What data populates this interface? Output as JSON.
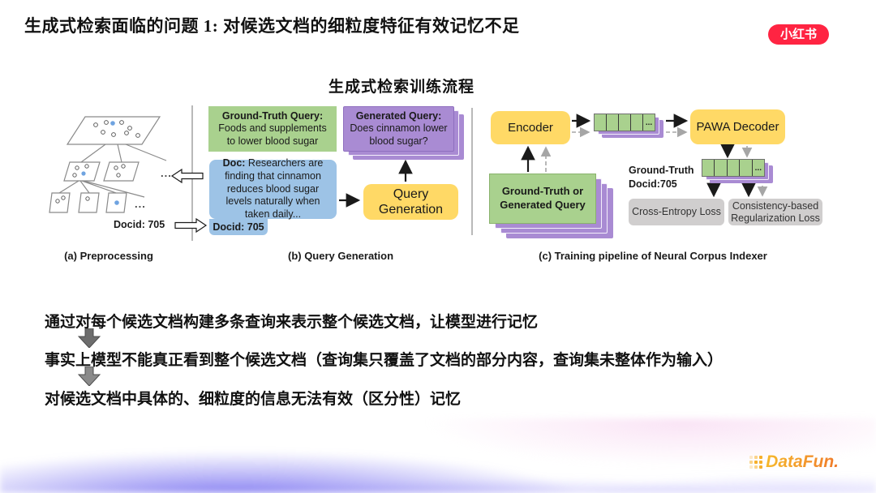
{
  "slide": {
    "title": "生成式检索面临的问题 1: 对候选文档的细粒度特征有效记忆不足",
    "brand_badge": "小红书",
    "figure_title": "生成式检索训练流程",
    "footer_logo": "DataFun."
  },
  "diagram": {
    "panel_a": {
      "caption": "(a) Preprocessing",
      "docid_label": "Docid: 705",
      "ellipsis_mid": "...",
      "ellipsis_bottom": "..."
    },
    "panel_b": {
      "caption": "(b) Query Generation",
      "ground_truth_query_label": "Ground-Truth Query:",
      "ground_truth_query_text": "Foods and supplements to lower blood sugar",
      "generated_query_label": "Generated Query:",
      "generated_query_text": "Does cinnamon lower blood sugar?",
      "doc_label": "Doc:",
      "doc_text": "Researchers are finding that cinnamon reduces blood sugar levels naturally when taken daily...",
      "doc_docid": "Docid: 705",
      "query_generation": "Query Generation"
    },
    "panel_c": {
      "caption": "(c) Training pipeline of Neural Corpus Indexer",
      "encoder": "Encoder",
      "pawa_decoder": "PAWA Decoder",
      "query_stack": "Ground-Truth or Generated Query",
      "token_ellipsis": "...",
      "ground_truth_docid": "Ground-Truth Docid:705",
      "cross_entropy_loss": "Cross-Entropy Loss",
      "consistency_loss": "Consistency-based Regularization Loss"
    }
  },
  "notes": {
    "line1": "通过对每个候选文档构建多条查询来表示整个候选文档，让模型进行记忆",
    "line2": "事实上模型不能真正看到整个候选文档（查询集只覆盖了文档的部分内容，查询集未整体作为输入）",
    "line3": "对候选文档中具体的、细粒度的信息无法有效（区分性）记忆"
  },
  "colors": {
    "green": "#a9d18e",
    "purple": "#a98bd3",
    "blue": "#9dc3e6",
    "yellow": "#ffd966",
    "gray_box": "#d0cece",
    "brand_red": "#ff2442",
    "wave_purple": "#8d82ea",
    "datafun_orange": "#f59e2c"
  }
}
